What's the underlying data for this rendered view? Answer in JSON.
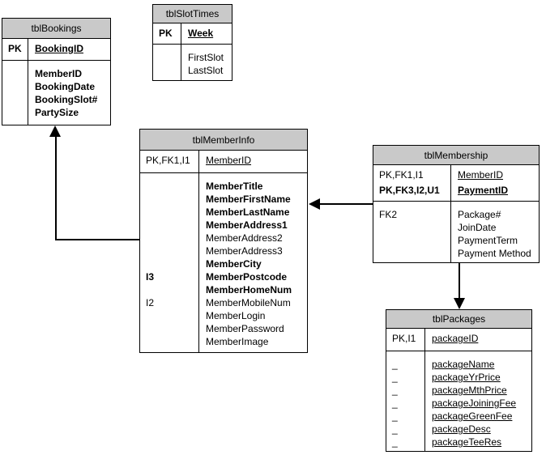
{
  "colors": {
    "header_fill": "#c9c9c9",
    "border": "#000000",
    "background": "#ffffff",
    "text": "#000000"
  },
  "tables": {
    "bookings": {
      "title": "tblBookings",
      "key_section": [
        {
          "keys": "PK",
          "keys_bold": true,
          "name": "BookingID",
          "bold": true,
          "underline": true
        }
      ],
      "field_section": [
        {
          "keys": "",
          "name": "MemberID",
          "bold": true
        },
        {
          "keys": "",
          "name": "BookingDate",
          "bold": true
        },
        {
          "keys": "",
          "name": "BookingSlot#",
          "bold": true
        },
        {
          "keys": "",
          "name": "PartySize",
          "bold": true
        }
      ]
    },
    "slot_times": {
      "title": "tblSlotTimes",
      "key_section": [
        {
          "keys": "PK",
          "keys_bold": true,
          "name": "Week",
          "bold": true,
          "underline": true
        }
      ],
      "field_section": [
        {
          "keys": "",
          "name": "FirstSlot"
        },
        {
          "keys": "",
          "name": "LastSlot"
        }
      ]
    },
    "member_info": {
      "title": "tblMemberInfo",
      "key_section": [
        {
          "keys": "PK,FK1,I1",
          "name": "MemberID",
          "underline": true
        }
      ],
      "field_section": [
        {
          "keys": "",
          "name": "MemberTitle",
          "bold": true
        },
        {
          "keys": "",
          "name": "MemberFirstName",
          "bold": true
        },
        {
          "keys": "",
          "name": "MemberLastName",
          "bold": true
        },
        {
          "keys": "",
          "name": "MemberAddress1",
          "bold": true
        },
        {
          "keys": "",
          "name": "MemberAddress2"
        },
        {
          "keys": "",
          "name": "MemberAddress3"
        },
        {
          "keys": "",
          "name": "MemberCity",
          "bold": true
        },
        {
          "keys": "I3",
          "keys_bold": true,
          "name": "MemberPostcode",
          "bold": true
        },
        {
          "keys": "",
          "name": "MemberHomeNum",
          "bold": true
        },
        {
          "keys": "I2",
          "name": "MemberMobileNum"
        },
        {
          "keys": "",
          "name": "MemberLogin"
        },
        {
          "keys": "",
          "name": "MemberPassword"
        },
        {
          "keys": "",
          "name": "MemberImage"
        }
      ]
    },
    "membership": {
      "title": "tblMembership",
      "key_section": [
        {
          "keys": "PK,FK1,I1",
          "name": "MemberID",
          "underline": true
        },
        {
          "keys": "PK,FK3,I2,U1",
          "keys_bold": true,
          "name": "PaymentID",
          "bold": true,
          "underline": true
        }
      ],
      "field_section": [
        {
          "keys": "FK2",
          "name": "Package#"
        },
        {
          "keys": "",
          "name": "JoinDate"
        },
        {
          "keys": "",
          "name": "PaymentTerm"
        },
        {
          "keys": "",
          "name": "Payment Method"
        }
      ]
    },
    "packages": {
      "title": "tblPackages",
      "key_section": [
        {
          "keys": "PK,I1",
          "name": "packageID",
          "underline": true
        }
      ],
      "field_section": [
        {
          "keys": "_",
          "name": "packageName",
          "underline": true
        },
        {
          "keys": "_",
          "name": "packageYrPrice",
          "underline": true
        },
        {
          "keys": "_",
          "name": "packageMthPrice",
          "underline": true
        },
        {
          "keys": "_",
          "name": "packageJoiningFee",
          "underline": true
        },
        {
          "keys": "_",
          "name": "packageGreenFee",
          "underline": true
        },
        {
          "keys": "_",
          "name": "packageDesc",
          "underline": true
        },
        {
          "keys": "_",
          "name": "packageTeeRes",
          "underline": true
        }
      ]
    }
  },
  "relationships": [
    {
      "from": "tblMemberInfo",
      "to": "tblBookings"
    },
    {
      "from": "tblMembership",
      "to": "tblMemberInfo"
    },
    {
      "from": "tblMembership",
      "to": "tblPackages"
    }
  ]
}
